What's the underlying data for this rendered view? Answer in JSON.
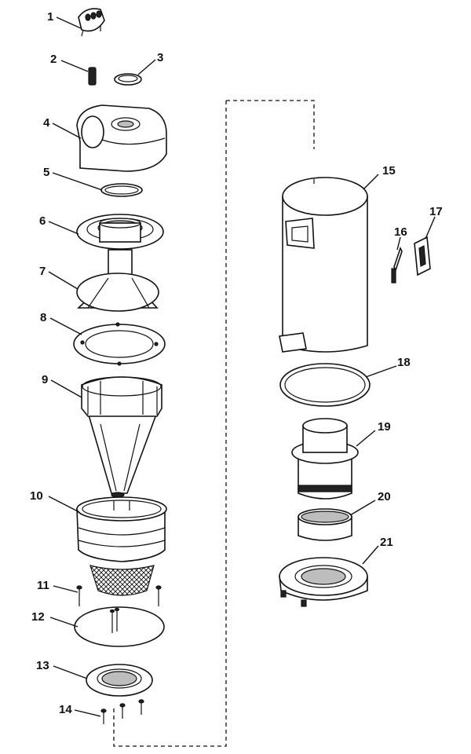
{
  "callouts": [
    "1",
    "2",
    "3",
    "4",
    "5",
    "6",
    "7",
    "8",
    "9",
    "10",
    "11",
    "12",
    "13",
    "14",
    "15",
    "16",
    "17",
    "18",
    "19",
    "20",
    "21"
  ],
  "colors": {
    "line": "#111111",
    "background": "#ffffff",
    "shade": "#bdbdbd"
  }
}
